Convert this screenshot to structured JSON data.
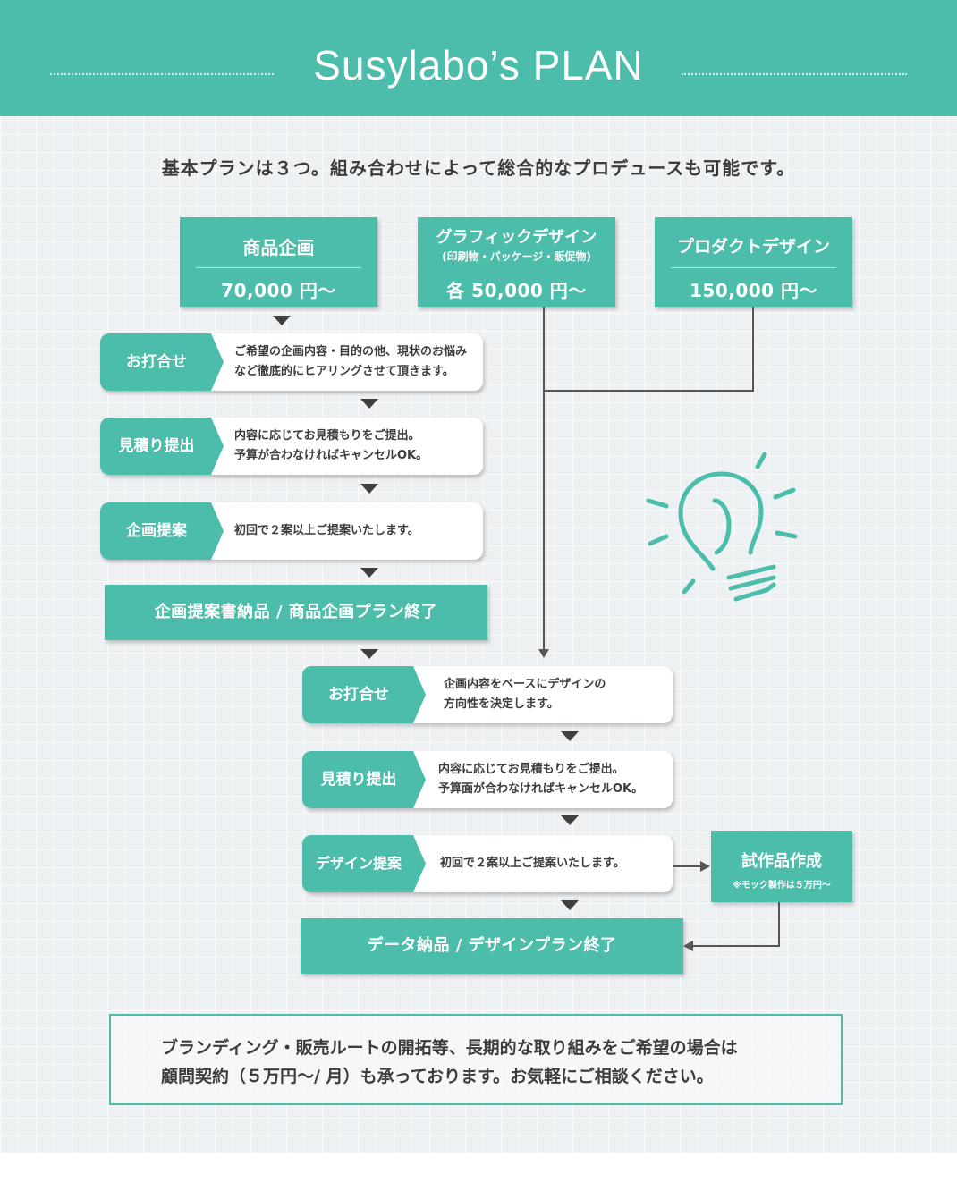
{
  "header": {
    "title": "Susylabo’s PLAN"
  },
  "intro": "基本プランは３つ。組み合わせによって総合的なプロデュースも可能です。",
  "plans": [
    {
      "name": "商品企画",
      "sub": "",
      "price": "70,000 円〜"
    },
    {
      "name": "グラフィックデザイン",
      "sub": "(印刷物・パッケージ・販促物)",
      "price": "各 50,000 円〜"
    },
    {
      "name": "プロダクトデザイン",
      "sub": "",
      "price": "150,000 円〜"
    }
  ],
  "planning_steps": [
    {
      "label": "お打合せ",
      "desc_1": "ご希望の企画内容・目的の他、現状のお悩み",
      "desc_2": "など徹底的にヒアリングさせて頂きます。"
    },
    {
      "label": "見積り提出",
      "desc_1": "内容に応じてお見積もりをご提出。",
      "desc_2": "予算が合わなければキャンセルOK。"
    },
    {
      "label": "企画提案",
      "desc_1": "初回で２案以上ご提案いたします。",
      "desc_2": ""
    }
  ],
  "planning_end": "企画提案書納品 / 商品企画プラン終了",
  "design_steps": [
    {
      "label": "お打合せ",
      "desc_1": "企画内容をベースにデザインの",
      "desc_2": "方向性を決定します。"
    },
    {
      "label": "見積り提出",
      "desc_1": "内容に応じてお見積もりをご提出。",
      "desc_2": "予算面が合わなければキャンセルOK。"
    },
    {
      "label": "デザイン提案",
      "desc_1": "初回で２案以上ご提案いたします。",
      "desc_2": ""
    }
  ],
  "prototype": {
    "title": "試作品作成",
    "note": "※モック製作は５万円〜"
  },
  "design_end": "データ納品 / デザインプラン終了",
  "footer_note": {
    "line_1": "ブランディング・販売ルートの開拓等、長期的な取り組みをご希望の場合は",
    "line_2": "顧問契約（５万円〜/ 月）も承っております。お気軽にご相談ください。"
  },
  "icons": {
    "idea": "lightbulb-icon"
  },
  "colors": {
    "accent": "#4cbcab",
    "panel": "#eef1f3",
    "text": "#3c3c3c"
  }
}
